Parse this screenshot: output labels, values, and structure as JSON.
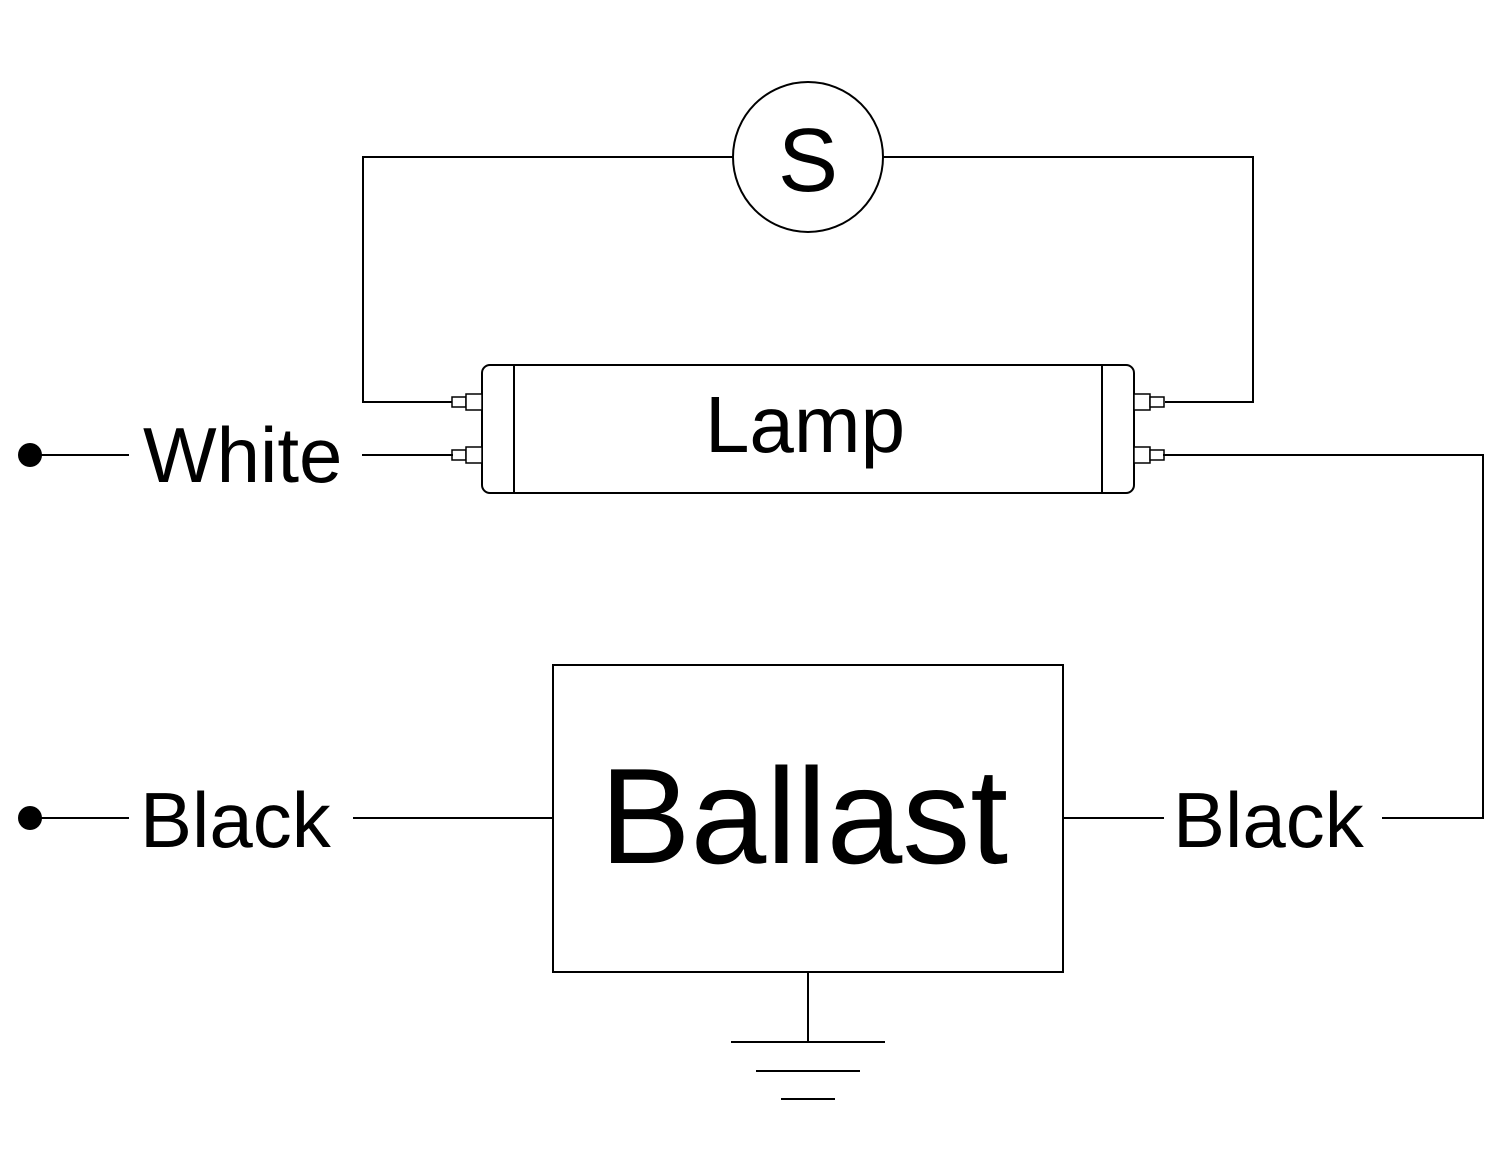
{
  "labels": {
    "white": "White",
    "black_left": "Black",
    "black_right": "Black",
    "lamp": "Lamp",
    "ballast": "Ballast",
    "starter": "S"
  },
  "colors": {
    "line": "#000000",
    "background": "#ffffff"
  },
  "icons": {
    "ground": "ground-symbol-icon",
    "terminal": "terminal-dot-icon"
  }
}
